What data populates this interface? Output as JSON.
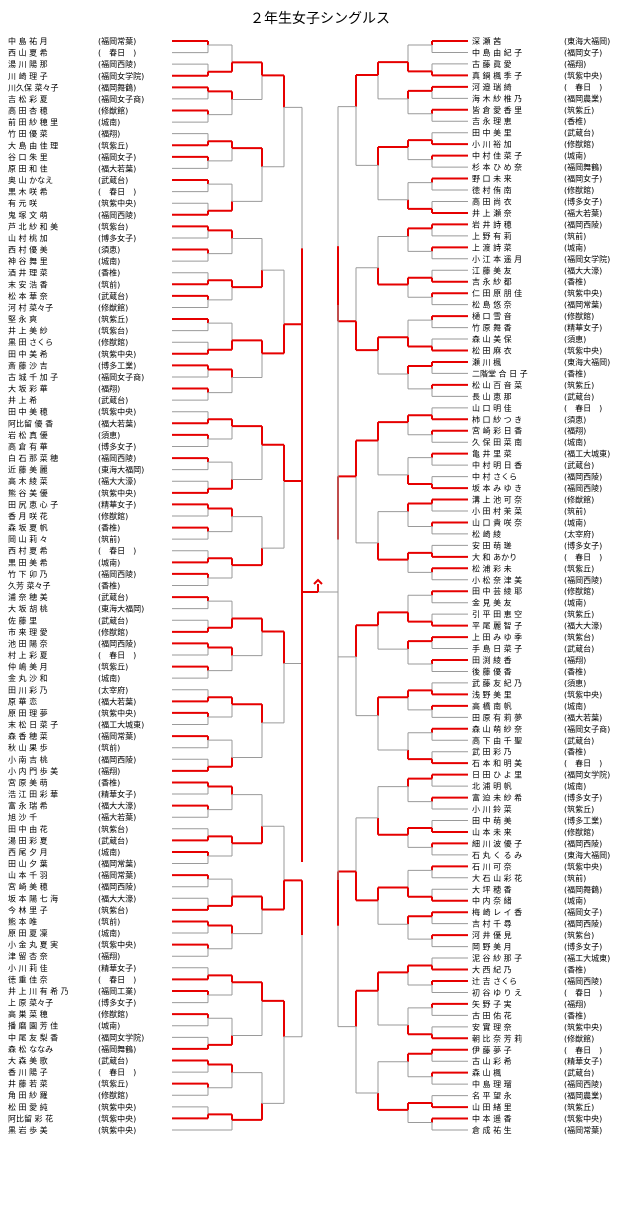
{
  "title": "２年生女子シングルス",
  "left": [
    {
      "name": "中 島 祐 月",
      "school": "(福岡常葉)"
    },
    {
      "name": "西 山 夏 希",
      "school": "(　春日　)"
    },
    {
      "name": "湯 川 陽 那",
      "school": "(福岡西陵)"
    },
    {
      "name": "川 崎 理 子",
      "school": "(福岡女学院)"
    },
    {
      "name": "川久保 菜々子",
      "school": "(福岡舞鶴)"
    },
    {
      "name": "吉 松 彩 夏",
      "school": "(福岡女子商)"
    },
    {
      "name": "高 田 杏 穂",
      "school": "(修猷館)"
    },
    {
      "name": "前 田 紗 穂 里",
      "school": "(城南)"
    },
    {
      "name": "竹 田 優 菜",
      "school": "(福翔)"
    },
    {
      "name": "大 島 由 佳 理",
      "school": "(筑紫丘)"
    },
    {
      "name": "谷 口 朱 里",
      "school": "(福岡女子)"
    },
    {
      "name": "原 田 和 佳",
      "school": "(福大若葉)"
    },
    {
      "name": "奥 山 かなえ",
      "school": "(武蔵台)"
    },
    {
      "name": "黒 木 咲 希",
      "school": "(　春日　)"
    },
    {
      "name": "有 元 咲",
      "school": "(筑紫中央)"
    },
    {
      "name": "鬼 塚 文 萌",
      "school": "(福岡西陵)"
    },
    {
      "name": "芦 北 紗 和 美",
      "school": "(筑紫台)"
    },
    {
      "name": "山 村 桃 加",
      "school": "(博多女子)"
    },
    {
      "name": "西 村 優 美",
      "school": "(須恵)"
    },
    {
      "name": "神 谷 舞 里",
      "school": "(城南)"
    },
    {
      "name": "酒 井 理 菜",
      "school": "(香椎)"
    },
    {
      "name": "末 安 浩 香",
      "school": "(筑前)"
    },
    {
      "name": "松 本 華 奈",
      "school": "(武蔵台)"
    },
    {
      "name": "河 村 菜々子",
      "school": "(修猷館)"
    },
    {
      "name": "堅 永 爽",
      "school": "(筑紫丘)"
    },
    {
      "name": "井 上 美 紗",
      "school": "(筑紫台)"
    },
    {
      "name": "黒 田 さくら",
      "school": "(修猷館)"
    },
    {
      "name": "田 中 美 希",
      "school": "(筑紫中央)"
    },
    {
      "name": "斎 藤 沙 吉",
      "school": "(博多工業)"
    },
    {
      "name": "古 城 千 加 子",
      "school": "(福岡女子商)"
    },
    {
      "name": "大 坂 彩 華",
      "school": "(福翔)"
    },
    {
      "name": "井 上 希",
      "school": "(武蔵台)"
    },
    {
      "name": "田 中 美 穂",
      "school": "(筑紫中央)"
    },
    {
      "name": "阿比留 優 香",
      "school": "(福大若葉)"
    },
    {
      "name": "岩 松 真 優",
      "school": "(須恵)"
    },
    {
      "name": "高 倉 有 華",
      "school": "(博多女子)"
    },
    {
      "name": "白 石 那 菜 穂",
      "school": "(福岡西陵)"
    },
    {
      "name": "近 藤 美 麗",
      "school": "(東海大福岡)"
    },
    {
      "name": "高 木 綾 菜",
      "school": "(福大大濠)"
    },
    {
      "name": "熊 谷 美 優",
      "school": "(筑紫中央)"
    },
    {
      "name": "田 尻 恵 心 子",
      "school": "(精華女子)"
    },
    {
      "name": "香 月 咲 花",
      "school": "(修猷館)"
    },
    {
      "name": "森 坂 夏 帆",
      "school": "(香椎)"
    },
    {
      "name": "岡 山 莉 々",
      "school": "(筑前)"
    },
    {
      "name": "西 村 夏 希",
      "school": "(　春日　)"
    },
    {
      "name": "黒 田 美 希",
      "school": "(城南)"
    },
    {
      "name": "竹 下 卯 乃",
      "school": "(福岡西陵)"
    },
    {
      "name": "久芳 菜々子",
      "school": "(香椎)"
    },
    {
      "name": "浦 奈 穂 美",
      "school": "(武蔵台)"
    },
    {
      "name": "大 坂 胡 桃",
      "school": "(東海大福岡)"
    },
    {
      "name": "佐 藤 里",
      "school": "(武蔵台)"
    },
    {
      "name": "市 来 理 愛",
      "school": "(修猷館)"
    },
    {
      "name": "池 田 陽 奈",
      "school": "(福岡西陵)"
    },
    {
      "name": "村 上 彩 夏",
      "school": "(　春日　)"
    },
    {
      "name": "仲 嶋 美 月",
      "school": "(筑紫丘)"
    },
    {
      "name": "金 丸 沙 和",
      "school": "(城南)"
    },
    {
      "name": "田 川 彩 乃",
      "school": "(太宰府)"
    },
    {
      "name": "原 華 恋",
      "school": "(福大若葉)"
    },
    {
      "name": "原 田 理 夢",
      "school": "(筑紫中央)"
    },
    {
      "name": "末 松 日 菜 子",
      "school": "(福工大城東)"
    },
    {
      "name": "森 香 穂 菜",
      "school": "(福岡常葉)"
    },
    {
      "name": "秋 山 果 歩",
      "school": "(筑前)"
    },
    {
      "name": "小 南 吉 桃",
      "school": "(福岡西陵)"
    },
    {
      "name": "小 内 門 歩 美",
      "school": "(福翔)"
    },
    {
      "name": "宮 原 美 萌",
      "school": "(香椎)"
    },
    {
      "name": "浩 江 田 彩 華",
      "school": "(精華女子)"
    },
    {
      "name": "富 永 瑞 希",
      "school": "(福大大濠)"
    },
    {
      "name": "旭 沙 千",
      "school": "(福大若葉)"
    },
    {
      "name": "田 中 由 花",
      "school": "(筑紫台)"
    },
    {
      "name": "湯 田 彩 夏",
      "school": "(武蔵台)"
    },
    {
      "name": "西 尾 夕 月",
      "school": "(城南)"
    },
    {
      "name": "田 山 夕 葉",
      "school": "(福岡常葉)"
    },
    {
      "name": "山 本 千 羽",
      "school": "(福岡常葉)"
    },
    {
      "name": "宮 崎 美 穂",
      "school": "(福岡西陵)"
    },
    {
      "name": "坂 本 陽 七 海",
      "school": "(福大大濠)"
    },
    {
      "name": "今 林 里 子",
      "school": "(筑紫台)"
    },
    {
      "name": "熊 本 唯",
      "school": "(筑前)"
    },
    {
      "name": "原 田 夏 凜",
      "school": "(城南)"
    },
    {
      "name": "小 金 丸 夏 実",
      "school": "(筑紫中央)"
    },
    {
      "name": "津 留 杏 奈",
      "school": "(福翔)"
    },
    {
      "name": "小 川 莉 佳",
      "school": "(精華女子)"
    },
    {
      "name": "徳 重 佳 奈",
      "school": "(　春日　)"
    },
    {
      "name": "井 上 川 有 希 乃",
      "school": "(福岡工業)"
    },
    {
      "name": "上 原 菜々子",
      "school": "(博多女子)"
    },
    {
      "name": "高 巣 菜 穂",
      "school": "(修猷館)"
    },
    {
      "name": "播 磨 園 芳 佳",
      "school": "(城南)"
    },
    {
      "name": "中 尾 友 梨 香",
      "school": "(福岡女学院)"
    },
    {
      "name": "森 松 ななみ",
      "school": "(福岡舞鶴)"
    },
    {
      "name": "大 森 美 歌",
      "school": "(武蔵台)"
    },
    {
      "name": "香 川 陽 子",
      "school": "(　春日　)"
    },
    {
      "name": "井 藤 若 菜",
      "school": "(筑紫丘)"
    },
    {
      "name": "角 田 紗 羅",
      "school": "(修猷館)"
    },
    {
      "name": "松 田 愛 純",
      "school": "(筑紫中央)"
    },
    {
      "name": "阿比留 彩 花",
      "school": "(筑紫中央)"
    },
    {
      "name": "黒 岩 歩 美",
      "school": "(筑紫中央)"
    }
  ],
  "right": [
    {
      "name": "深 瀬 茜",
      "school": "(東海大福岡)"
    },
    {
      "name": "中 島 由 紀 子",
      "school": "(福岡女子)"
    },
    {
      "name": "古 藤 眞 愛",
      "school": "(福翔)"
    },
    {
      "name": "真 鍋 楓 季 子",
      "school": "(筑紫中央)"
    },
    {
      "name": "河 邉 瑞 綺",
      "school": "(　春日　)"
    },
    {
      "name": "海 木 紗 椎 乃",
      "school": "(福岡農業)"
    },
    {
      "name": "皆 倉 愛 香 里",
      "school": "(筑紫丘)"
    },
    {
      "name": "吉 永 理 恵",
      "school": "(香椎)"
    },
    {
      "name": "田 中 美 里",
      "school": "(武蔵台)"
    },
    {
      "name": "小 川 裕 加",
      "school": "(修猷館)"
    },
    {
      "name": "中 村 佳 菜 子",
      "school": "(城南)"
    },
    {
      "name": "杉 本 ひ め 奈",
      "school": "(福岡舞鶴)"
    },
    {
      "name": "野 口 未 来",
      "school": "(福岡女子)"
    },
    {
      "name": "徳 村 侑 南",
      "school": "(修猷館)"
    },
    {
      "name": "高 田 尚 衣",
      "school": "(博多女子)"
    },
    {
      "name": "井 上 瀬 奈",
      "school": "(福大若葉)"
    },
    {
      "name": "岩 井 詩 穂",
      "school": "(福岡西陵)"
    },
    {
      "name": "上 野 有 莉",
      "school": "(筑前)"
    },
    {
      "name": "上 渡 詩 菜",
      "school": "(城南)"
    },
    {
      "name": "小 江 本 遥 月",
      "school": "(福岡女学院)"
    },
    {
      "name": "江 藤 美 友",
      "school": "(福大大濠)"
    },
    {
      "name": "吉 永 紗 都",
      "school": "(香椎)"
    },
    {
      "name": "仁 田 原 朋 佳",
      "school": "(筑紫中央)"
    },
    {
      "name": "松 島 悠 奈",
      "school": "(福岡常葉)"
    },
    {
      "name": "樋 口 雪 音",
      "school": "(修猷館)"
    },
    {
      "name": "竹 原 舞 香",
      "school": "(精華女子)"
    },
    {
      "name": "森 山 美 保",
      "school": "(須恵)"
    },
    {
      "name": "松 田 麻 衣",
      "school": "(筑紫中央)"
    },
    {
      "name": "瀬 川 楓",
      "school": "(東海大福岡)"
    },
    {
      "name": "二階堂 合 日 子",
      "school": "(香椎)"
    },
    {
      "name": "松 山 百 音 菜",
      "school": "(筑紫丘)"
    },
    {
      "name": "長 山 恵 那",
      "school": "(武蔵台)"
    },
    {
      "name": "山 口 明 佳",
      "school": "(　春日　)"
    },
    {
      "name": "柿 口 紗 つ き",
      "school": "(須恵)"
    },
    {
      "name": "宮 崎 彩 日 香",
      "school": "(福翔)"
    },
    {
      "name": "久 保 田 菜 南",
      "school": "(城南)"
    },
    {
      "name": "亀 井 里 菜",
      "school": "(福工大城東)"
    },
    {
      "name": "中 村 明 日 香",
      "school": "(武蔵台)"
    },
    {
      "name": "中 村 さくら",
      "school": "(福岡西陵)"
    },
    {
      "name": "坂 本 み ゆ き",
      "school": "(福岡西陵)"
    },
    {
      "name": "溝 上 池 可 奈",
      "school": "(修猷館)"
    },
    {
      "name": "小 田 村 茉 菜",
      "school": "(筑前)"
    },
    {
      "name": "山 口 貴 咲 奈",
      "school": "(城南)"
    },
    {
      "name": "松 崎 綾",
      "school": "(太宰府)"
    },
    {
      "name": "安 田 萌 瑳",
      "school": "(博多女子)"
    },
    {
      "name": "大 和 あかり",
      "school": "(　春日　)"
    },
    {
      "name": "松 浦 彩 未",
      "school": "(筑紫丘)"
    },
    {
      "name": "小 松 奈 津 美",
      "school": "(福岡西陵)"
    },
    {
      "name": "田 中 芸 綾 耶",
      "school": "(修猷館)"
    },
    {
      "name": "金 見 美 友",
      "school": "(城南)"
    },
    {
      "name": "引 平 田 恵 空",
      "school": "(筑紫丘)"
    },
    {
      "name": "平 尾 麗 智 子",
      "school": "(福大大濠)"
    },
    {
      "name": "上 田 み ゆ 季",
      "school": "(筑紫台)"
    },
    {
      "name": "手 島 日 菜 子",
      "school": "(武蔵台)"
    },
    {
      "name": "田 渕 綾 香",
      "school": "(福翔)"
    },
    {
      "name": "後 藤 優 香",
      "school": "(香椎)"
    },
    {
      "name": "武 藤 友 紀 乃",
      "school": "(須恵)"
    },
    {
      "name": "浅 野 美 里",
      "school": "(筑紫中央)"
    },
    {
      "name": "高 橋 南 帆",
      "school": "(城南)"
    },
    {
      "name": "田 原 有 莉 夢",
      "school": "(福大若葉)"
    },
    {
      "name": "森 山 萌 紗 奈",
      "school": "(福岡女子商)"
    },
    {
      "name": "高 下 由 千 聖",
      "school": "(武蔵台)"
    },
    {
      "name": "武 田 彩 乃",
      "school": "(香椎)"
    },
    {
      "name": "石 本 和 明 美",
      "school": "(　春日　)"
    },
    {
      "name": "日 田 ひ よ 里",
      "school": "(福岡女学院)"
    },
    {
      "name": "北 浦 明 帆",
      "school": "(城南)"
    },
    {
      "name": "富 迫 未 紗 希",
      "school": "(博多女子)"
    },
    {
      "name": "小 川 鈴 菜",
      "school": "(筑紫丘)"
    },
    {
      "name": "田 中 萌 美",
      "school": "(博多工業)"
    },
    {
      "name": "山 本 未 来",
      "school": "(修猷館)"
    },
    {
      "name": "細 川 波 優 子",
      "school": "(福岡西陵)"
    },
    {
      "name": "石 丸 く る み",
      "school": "(東海大福岡)"
    },
    {
      "name": "石 川 可 奈",
      "school": "(筑紫中央)"
    },
    {
      "name": "大 石 山 彩 花",
      "school": "(筑前)"
    },
    {
      "name": "大 坪 穂 香",
      "school": "(福岡舞鶴)"
    },
    {
      "name": "中 内 奈 緒",
      "school": "(城南)"
    },
    {
      "name": "梅 崎 レ イ 香",
      "school": "(福岡女子)"
    },
    {
      "name": "吉 村 千 尋",
      "school": "(福岡西陵)"
    },
    {
      "name": "河 井 優 見",
      "school": "(筑紫台)"
    },
    {
      "name": "岡 野 美 月",
      "school": "(博多女子)"
    },
    {
      "name": "泥 谷 紗 那 子",
      "school": "(福工大城東)"
    },
    {
      "name": "大 西 紀 乃",
      "school": "(香椎)"
    },
    {
      "name": "辻 吉 さくら",
      "school": "(福岡西陵)"
    },
    {
      "name": "初 谷 ゆ り え",
      "school": "(　春日　)"
    },
    {
      "name": "矢 野 子 実",
      "school": "(福翔)"
    },
    {
      "name": "古 田 佑 花",
      "school": "(香椎)"
    },
    {
      "name": "安 實 理 奈",
      "school": "(筑紫中央)"
    },
    {
      "name": "朝 比 奈 芳 莉",
      "school": "(修猷館)"
    },
    {
      "name": "伊 藤 夢 子",
      "school": "(　春日　)"
    },
    {
      "name": "古 山 彩 希",
      "school": "(精華女子)"
    },
    {
      "name": "森 山 楓",
      "school": "(武蔵台)"
    },
    {
      "name": "中 島 理 瑠",
      "school": "(福岡西陵)"
    },
    {
      "name": "名 平 望 永",
      "school": "(福岡農業)"
    },
    {
      "name": "山 田 緒 里",
      "school": "(筑紫丘)"
    },
    {
      "name": "中 本 遥 香",
      "school": "(筑紫中央)"
    },
    {
      "name": "倉 成 祐 生",
      "school": "(福岡常葉)"
    }
  ]
}
